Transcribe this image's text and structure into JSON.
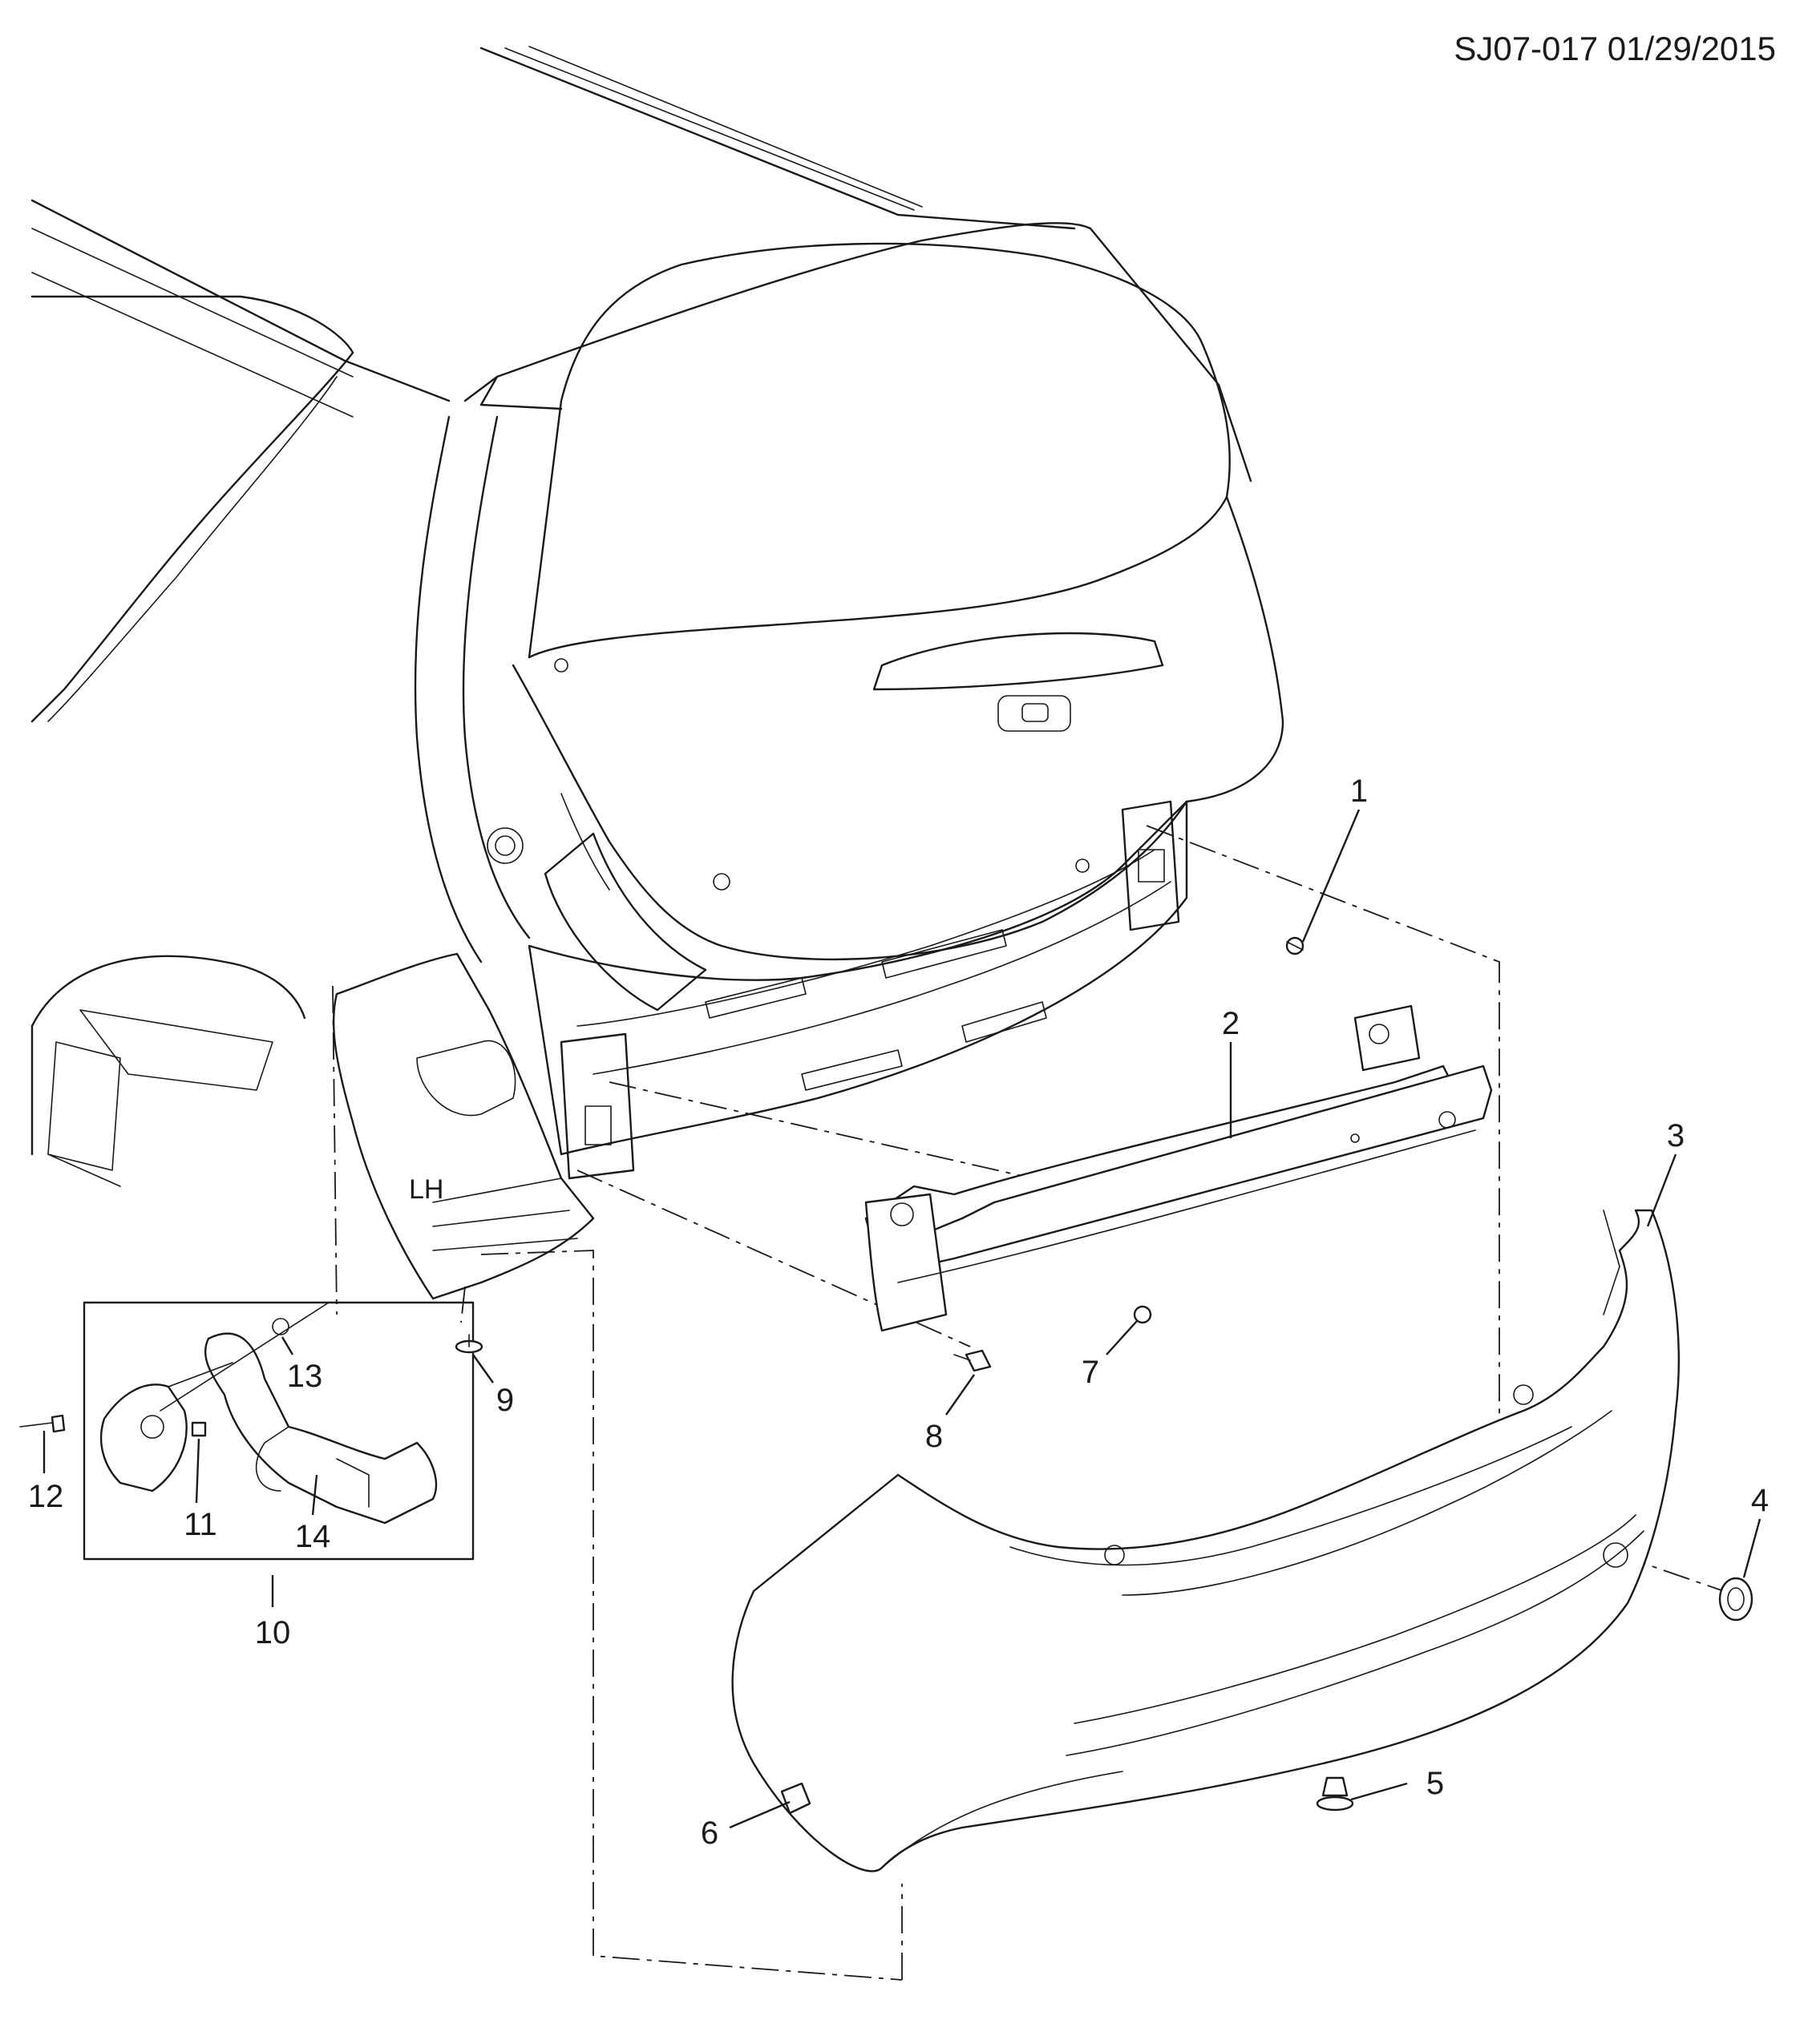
{
  "header": {
    "reference": "SJ07-017 01/29/2015"
  },
  "body_marking": "LH",
  "callouts": [
    {
      "id": "1",
      "label": "1"
    },
    {
      "id": "2",
      "label": "2"
    },
    {
      "id": "3",
      "label": "3"
    },
    {
      "id": "4",
      "label": "4"
    },
    {
      "id": "5",
      "label": "5"
    },
    {
      "id": "6",
      "label": "6"
    },
    {
      "id": "7",
      "label": "7"
    },
    {
      "id": "8",
      "label": "8"
    },
    {
      "id": "9",
      "label": "9"
    },
    {
      "id": "10",
      "label": "10"
    },
    {
      "id": "11",
      "label": "11"
    },
    {
      "id": "12",
      "label": "12"
    },
    {
      "id": "13",
      "label": "13"
    },
    {
      "id": "14",
      "label": "14"
    }
  ]
}
